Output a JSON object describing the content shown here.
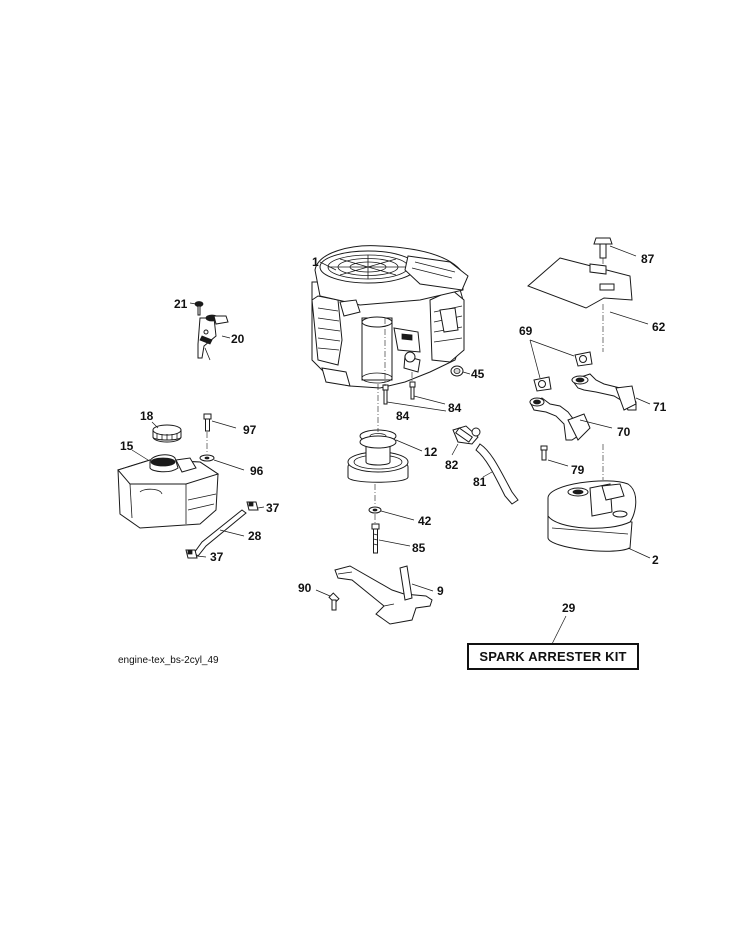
{
  "diagram": {
    "id_label": "engine-tex_bs-2cyl_49",
    "kit_label": "SPARK ARRESTER KIT",
    "callouts": {
      "engine": "1",
      "muffler": "2",
      "hood": "9",
      "pulley": "12",
      "fuel_tank": "15",
      "fuel_cap": "18",
      "dipstick_tube": "20",
      "screw_21": "21",
      "fuel_line": "28",
      "spark_arrester_kit": "29",
      "clamp_37a": "37",
      "clamp_37b": "37",
      "washer_42": "42",
      "nut_45": "45",
      "heat_shield": "62",
      "gaskets": "69",
      "exhaust_pipe_70": "70",
      "exhaust_pipe_71": "71",
      "bolt_79": "79",
      "hose_81": "81",
      "drain_valve": "82",
      "bolt_84a": "84",
      "bolt_84b": "84",
      "bolt_85": "85",
      "screw_87": "87",
      "bolt_90": "90",
      "washer_96": "96",
      "screw_97": "97"
    }
  }
}
